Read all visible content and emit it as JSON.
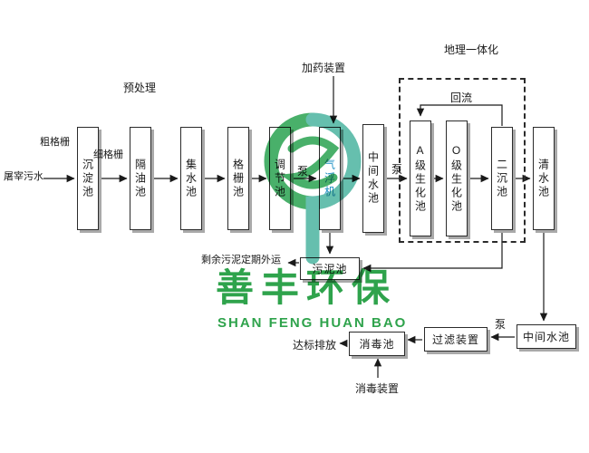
{
  "colors": {
    "brand_green": "#2fa34c",
    "logo_green": "#49b06a",
    "logo_teal": "#66bfae",
    "accent_blue": "#1d8fc4",
    "line": "#1a1a1a",
    "box_shadow": "#a9a9a9"
  },
  "labels": {
    "influent": "屠宰污水",
    "coarse_screen": "粗格栅",
    "fine_screen": "细格栅",
    "pretreatment": "预处理",
    "dosing_device": "加药装置",
    "buried_integration": "地理一体化",
    "reflux": "回流",
    "pump_1": "泵",
    "pump_2": "泵",
    "pump_3": "泵",
    "sludge_disposal": "剩余污泥定期外运",
    "discharge": "达标排放",
    "disinfection_device": "消毒装置"
  },
  "tanks": [
    {
      "label": "沉淀池"
    },
    {
      "label": "隔油池"
    },
    {
      "label": "集水池"
    },
    {
      "label": "格栅池"
    },
    {
      "label": "调节池"
    },
    {
      "label": "气浮机"
    },
    {
      "label": "中间水池"
    },
    {
      "label": "A级生化池"
    },
    {
      "label": "O级生化池"
    },
    {
      "label": "二沉池"
    },
    {
      "label": "清水池"
    }
  ],
  "bottom_tanks": [
    {
      "label": "污泥池"
    },
    {
      "label": "中间水池"
    },
    {
      "label": "过滤装置"
    },
    {
      "label": "消毒池"
    }
  ],
  "watermark": {
    "name_cn": "善丰环保",
    "name_en": "SHAN FENG HUAN BAO"
  }
}
